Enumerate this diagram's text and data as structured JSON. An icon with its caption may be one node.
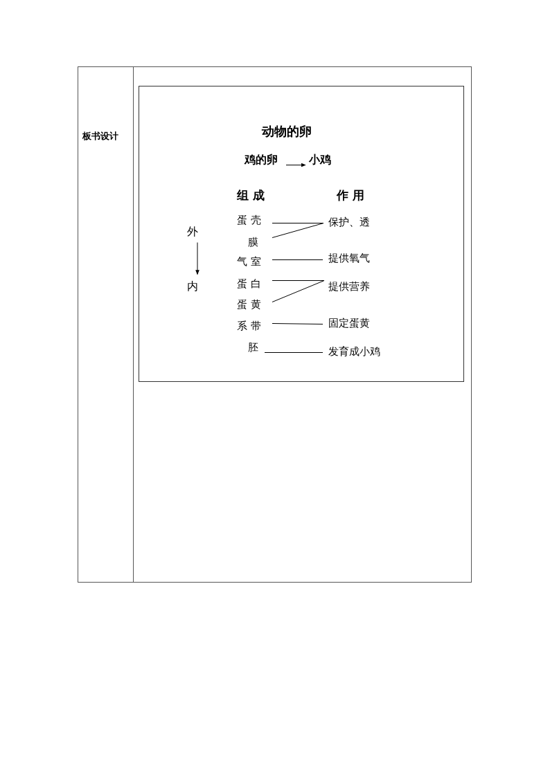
{
  "diagram": {
    "title": "动物的卵",
    "nodes": [
      {
        "text": [
          "鸡的卵"
        ]
      },
      {
        "text": [
          "小鸡"
        ]
      },
      {
        "text": [
          "外"
        ]
      },
      {
        "text": [
          "内"
        ]
      },
      {
        "text": [
          "蛋 壳"
        ]
      },
      {
        "text": [
          "膜"
        ]
      },
      {
        "text": [
          "气 室"
        ]
      },
      {
        "text": [
          "蛋 白"
        ]
      },
      {
        "text": [
          "蛋 黄"
        ]
      },
      {
        "text": [
          "系 带"
        ]
      },
      {
        "text": [
          "胚"
        ]
      },
      {
        "text": [
          "保护、透"
        ]
      },
      {
        "text": [
          "提供氧气"
        ]
      },
      {
        "text": [
          "提供营养"
        ]
      },
      {
        "text": [
          "固定蛋黄"
        ]
      },
      {
        "text": [
          "发育成小鸡"
        ]
      }
    ],
    "edges": [
      {
        "from": 0,
        "to": 1,
        "arrow": "to"
      },
      {
        "from": 2,
        "to": 3,
        "arrow": "to"
      },
      {
        "from": 4,
        "to": 11,
        "arrow": "none"
      },
      {
        "from": 5,
        "to": 11,
        "arrow": "none"
      },
      {
        "from": 6,
        "to": 12,
        "arrow": "none"
      },
      {
        "from": 7,
        "to": 13,
        "arrow": "none"
      },
      {
        "from": 8,
        "to": 13,
        "arrow": "none"
      },
      {
        "from": 9,
        "to": 14,
        "arrow": "none"
      },
      {
        "from": 10,
        "to": 15,
        "arrow": "none"
      }
    ],
    "labels": [
      "板书设计",
      "组 成",
      "作 用"
    ]
  }
}
